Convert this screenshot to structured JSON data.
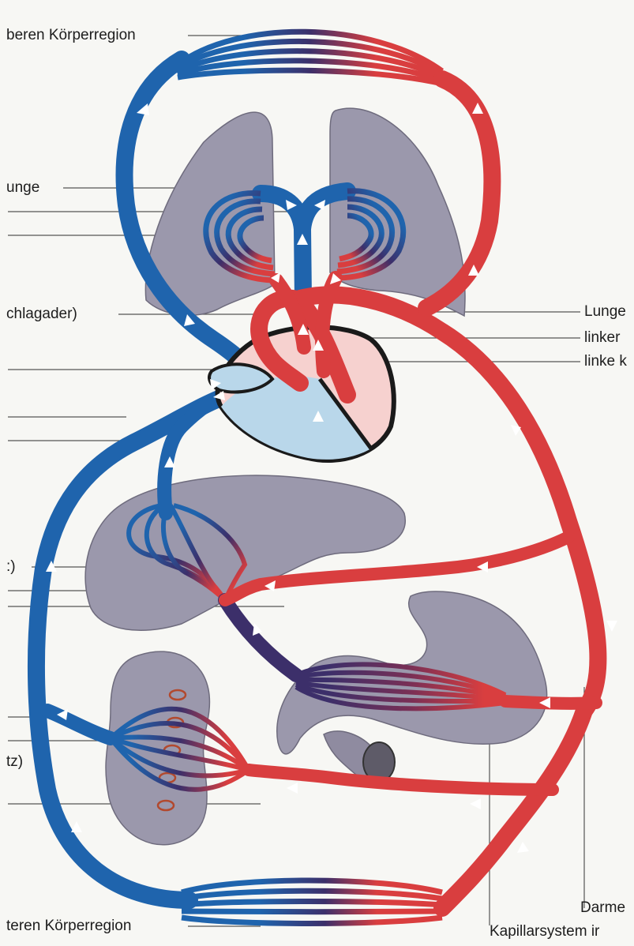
{
  "labels": {
    "upper_body_region": "beren Körperregion",
    "lung": "unge",
    "aorta": "chlagader)",
    "liver_network": ":)",
    "kidney_network": "tz)",
    "lower_body_region": "teren Körperregion",
    "pulmonary_right": "Lunge",
    "left_atrium_right": "linker",
    "left_ventricle_right": "linke k",
    "intestine_right": "Darme",
    "capillary_system_right": "Kapillarsystem ir"
  },
  "colors": {
    "oxygenated": "#d93e3f",
    "deoxygenated": "#1f64ad",
    "mixed": "#3c2f6a",
    "organ": "#9b98ac",
    "organ_outline": "#6e6b7d",
    "heart_left": "#f6d1cf",
    "heart_right": "#b9d7ea",
    "arrow": "#ffffff",
    "leader_line": "#555555"
  }
}
